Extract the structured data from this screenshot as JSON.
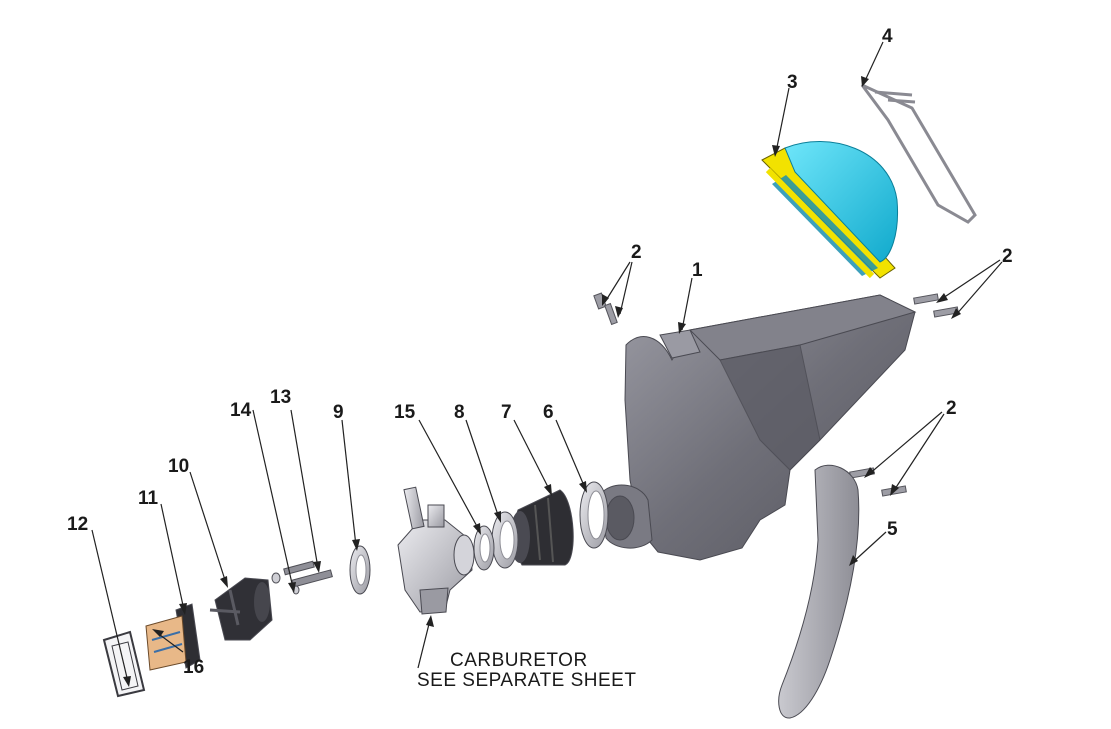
{
  "callouts": {
    "c1": "1",
    "c2a": "2",
    "c2b": "2",
    "c2c": "2",
    "c3": "3",
    "c4": "4",
    "c5": "5",
    "c6": "6",
    "c7": "7",
    "c8": "8",
    "c9": "9",
    "c10": "10",
    "c11": "11",
    "c12": "12",
    "c13": "13",
    "c14": "14",
    "c15": "15",
    "c16": "16"
  },
  "note": {
    "line1": "CARBURETOR",
    "line2": "SEE SEPARATE SHEET"
  },
  "colors": {
    "airbox": "#6f6f78",
    "filter_body": "#29c9e8",
    "filter_cage": "#f2e200",
    "boot": "#2e2e33",
    "reed_petal": "#e8b888",
    "metal": "#b9b9c0"
  }
}
